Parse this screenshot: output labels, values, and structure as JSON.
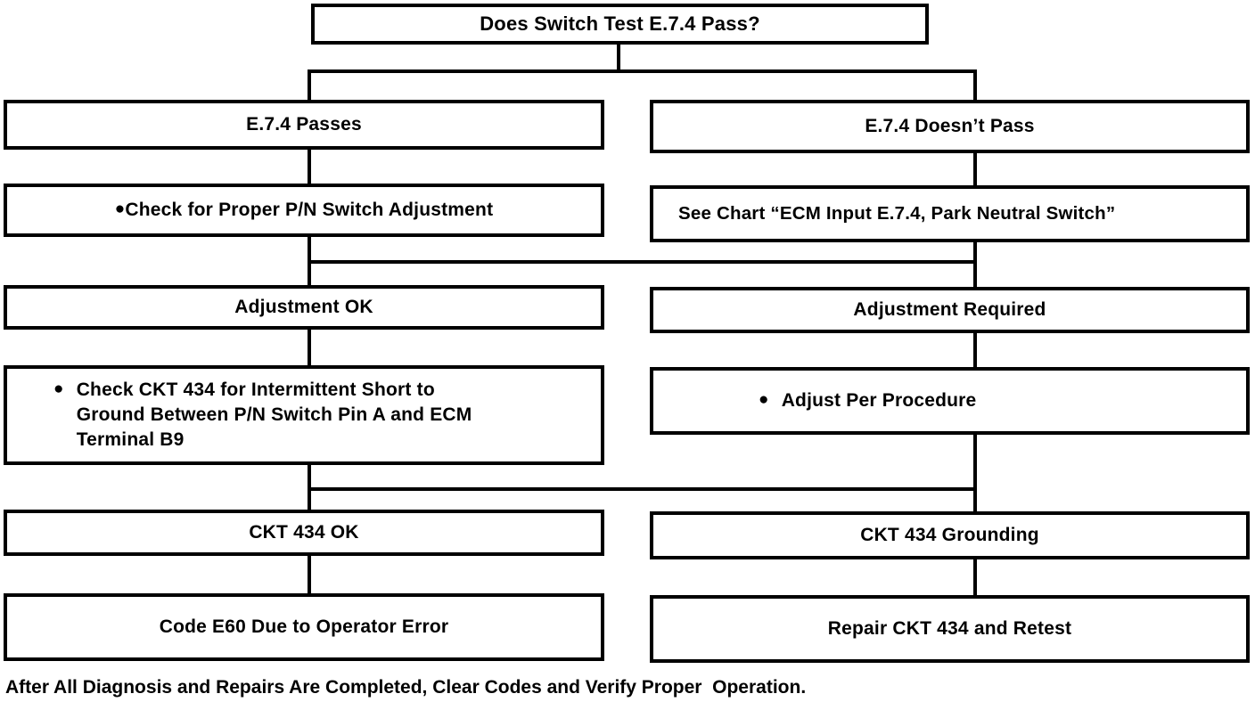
{
  "chart": {
    "title_box": {
      "text": "Does Switch Test E.7.4 Pass?"
    },
    "branches": {
      "left_label": "E.7.4 Passes",
      "right_label": "E.7.4 Doesn’t Pass"
    },
    "rows": [
      {
        "left": {
          "bullet": "●",
          "text": "Check for Proper P/N Switch Adjustment"
        },
        "right": {
          "text": "See Chart “ECM Input E.7.4, Park Neutral Switch”"
        }
      },
      {
        "left": {
          "text": "Adjustment OK"
        },
        "right": {
          "text": "Adjustment Required"
        }
      },
      {
        "left": {
          "bullet": "●",
          "text": "Check CKT 434 for Intermittent Short to\nGround Between P/N Switch Pin A and ECM\nTerminal B9"
        },
        "right": {
          "bullet": "●",
          "text": "Adjust Per Procedure"
        }
      },
      {
        "left": {
          "text": "CKT 434 OK"
        },
        "right": {
          "text": "CKT 434 Grounding"
        }
      },
      {
        "left": {
          "text": "Code E60 Due to Operator Error"
        },
        "right": {
          "text": "Repair CKT 434 and Retest"
        }
      }
    ],
    "footer": "After All Diagnosis and Repairs Are Completed, Clear Codes and Verify Proper  Operation.",
    "colors": {
      "line": "#000000",
      "box_fill": "#ffffff",
      "text": "#000000"
    }
  }
}
